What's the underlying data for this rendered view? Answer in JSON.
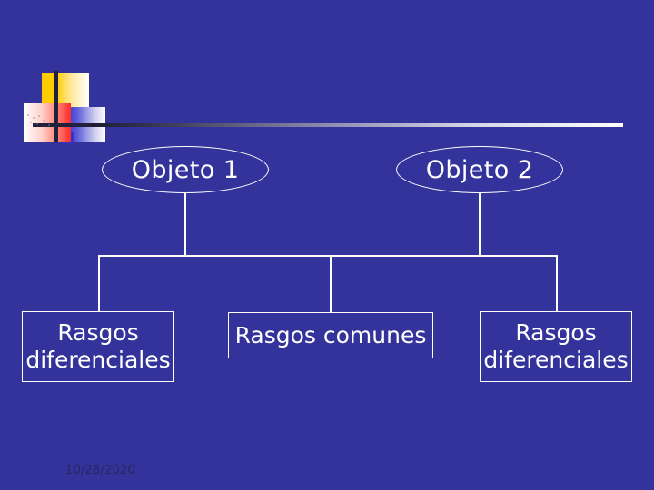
{
  "slide": {
    "background_color": "#33339b",
    "accent_line_color": "#ffffff",
    "footer_date": "10/28/2020"
  },
  "logo": {
    "name": "powerpoint-design-logo",
    "yellow_swatch_color": "#ffcc00",
    "blue_swatch_color": "#3333cc",
    "red_swatch_color": "#ff2a2a",
    "rule_color": "#21213b"
  },
  "diagram": {
    "type": "comparison-tree",
    "nodes": [
      {
        "id": "objeto-1",
        "shape": "oval",
        "label": "Objeto 1"
      },
      {
        "id": "objeto-2",
        "shape": "oval",
        "label": "Objeto 2"
      }
    ],
    "leaves": [
      {
        "id": "rasgos-diferenciales-left",
        "shape": "rectangle",
        "label": "Rasgos diferenciales"
      },
      {
        "id": "rasgos-comunes",
        "shape": "rectangle",
        "label": "Rasgos comunes"
      },
      {
        "id": "rasgos-diferenciales-right",
        "shape": "rectangle",
        "label": "Rasgos diferenciales"
      }
    ]
  }
}
